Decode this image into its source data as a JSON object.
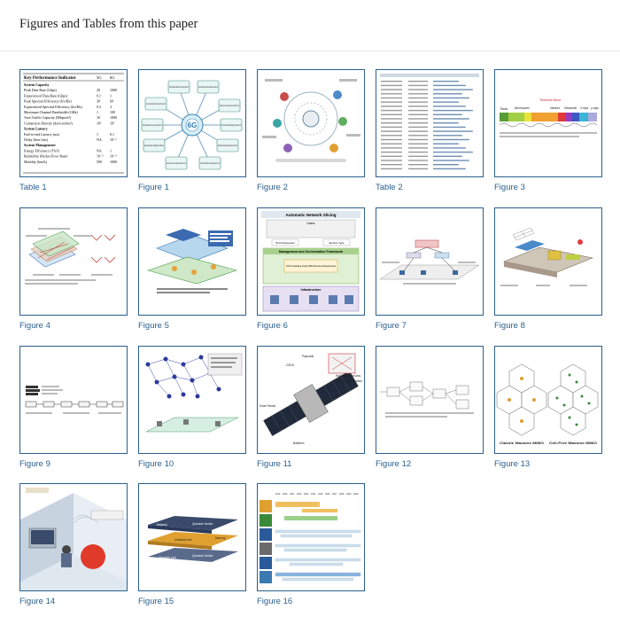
{
  "page": {
    "title": "Figures and Tables from this paper"
  },
  "items": [
    {
      "label": "Table 1",
      "icon": "table-thumbnail"
    },
    {
      "label": "Figure 1",
      "icon": "network-diagram-thumbnail"
    },
    {
      "label": "Figure 2",
      "icon": "circular-diagram-thumbnail"
    },
    {
      "label": "Table 2",
      "icon": "table-thumbnail"
    },
    {
      "label": "Figure 3",
      "icon": "spectrum-thumbnail"
    },
    {
      "label": "Figure 4",
      "icon": "planes-diagram-thumbnail"
    },
    {
      "label": "Figure 5",
      "icon": "isometric-diagram-thumbnail"
    },
    {
      "label": "Figure 6",
      "icon": "block-diagram-thumbnail"
    },
    {
      "label": "Figure 7",
      "icon": "network-layout-thumbnail"
    },
    {
      "label": "Figure 8",
      "icon": "isometric-device-thumbnail"
    },
    {
      "label": "Figure 9",
      "icon": "block-chain-thumbnail"
    },
    {
      "label": "Figure 10",
      "icon": "mesh-network-thumbnail"
    },
    {
      "label": "Figure 11",
      "icon": "satellite-thumbnail"
    },
    {
      "label": "Figure 12",
      "icon": "flow-diagram-thumbnail"
    },
    {
      "label": "Figure 13",
      "icon": "mimo-hexagon-thumbnail"
    },
    {
      "label": "Figure 14",
      "icon": "room-illustration-thumbnail"
    },
    {
      "label": "Figure 15",
      "icon": "layer-stack-thumbnail"
    },
    {
      "label": "Figure 16",
      "icon": "timeline-chart-thumbnail"
    }
  ],
  "table1": {
    "header": [
      "Key Performance Indicator",
      "5G",
      "6G"
    ],
    "sections": [
      {
        "title": "System Capacity",
        "rows": [
          [
            "Peak Data Rate (Gbps)",
            "20",
            "1000"
          ],
          [
            "Experienced Data Rate (Gbps)",
            "0.1",
            "1"
          ],
          [
            "Peak Spectral Efficiency (b/s/Hz)",
            "30",
            "60"
          ],
          [
            "Experienced Spectral Efficiency (b/s/Hz)",
            "0.3",
            "3"
          ],
          [
            "Maximum Channel Bandwidth (GHz)",
            "1",
            "100"
          ],
          [
            "Area Traffic Capacity (Mbps/m²)",
            "10",
            "1000"
          ],
          [
            "Connection Density (devices/km²)",
            "10⁶",
            "10⁷"
          ]
        ]
      },
      {
        "title": "System Latency",
        "rows": [
          [
            "End-to-end Latency (ms)",
            "1",
            "0.1"
          ],
          [
            "Delay Jitter (ms)",
            "NA",
            "10⁻³"
          ]
        ]
      },
      {
        "title": "System Management",
        "rows": [
          [
            "Energy Efficiency (Tb/J)",
            "NA",
            "1"
          ],
          [
            "Reliability (Packet Error Rate)",
            "10⁻⁵",
            "10⁻⁹"
          ],
          [
            "Mobility (km/h)",
            "500",
            "1000"
          ]
        ]
      }
    ]
  },
  "fig1": {
    "center": "6G",
    "nodes": [
      "Cell-Free Massive MIMO Communication (Section IX)",
      "Terahertz Band Communication (Section III)",
      "Intelligent Communication Environment (Section V)",
      "Pervasive Artificial Intelligence (Section VI)",
      "Network Automation (Section VII)",
      "Internet of Bio-Nano-Things (Section XI.A)",
      "Quantum Communications (Section XI.C)",
      "Reconfigurable Intelligent Surfaces",
      "Ambient Backscatter Communication (Section IV)",
      "Internet of Space Things with CubeSats and UAVs (Section VIII)"
    ]
  },
  "fig3": {
    "bands": [
      "Radio",
      "Microwaves",
      "Terahertz Band",
      "Infrared",
      "Ultraviolet",
      "X-rays",
      "γ-rays"
    ]
  },
  "fig6": {
    "title": "Automatic Network Slicing",
    "users": "Users",
    "sla": "SLA Parameters",
    "service": "Service Type",
    "mgmt": "Management and Orchestration Framework",
    "vnf": "VNF Forwarding Graph With Resource Requirements",
    "infra": "Infrastructure"
  },
  "fig11": {
    "labels": [
      "Payloads",
      "CSDH",
      "Solar Panels",
      "EPS",
      "ADCS",
      "Batteries",
      "Communication System",
      "Multi-band Antenna Array"
    ]
  },
  "fig13": {
    "left": "Classic Massive MIMO",
    "right": "Cell-Free Massive MIMO"
  },
  "fig15": {
    "layers": [
      "Network",
      "Quantum Nodes",
      "Classical Link",
      "Quantum Link",
      "Memory",
      "Quantum Nodes"
    ]
  },
  "fig16": {
    "years": [
      "2019",
      "2020",
      "2021",
      "2022",
      "2023",
      "2024",
      "2025",
      "2026",
      "2027",
      "2028",
      "2029",
      "2030"
    ]
  },
  "colors": {
    "link": "#2b5f8e",
    "border": "#2b5f8e",
    "title": "#222222"
  }
}
